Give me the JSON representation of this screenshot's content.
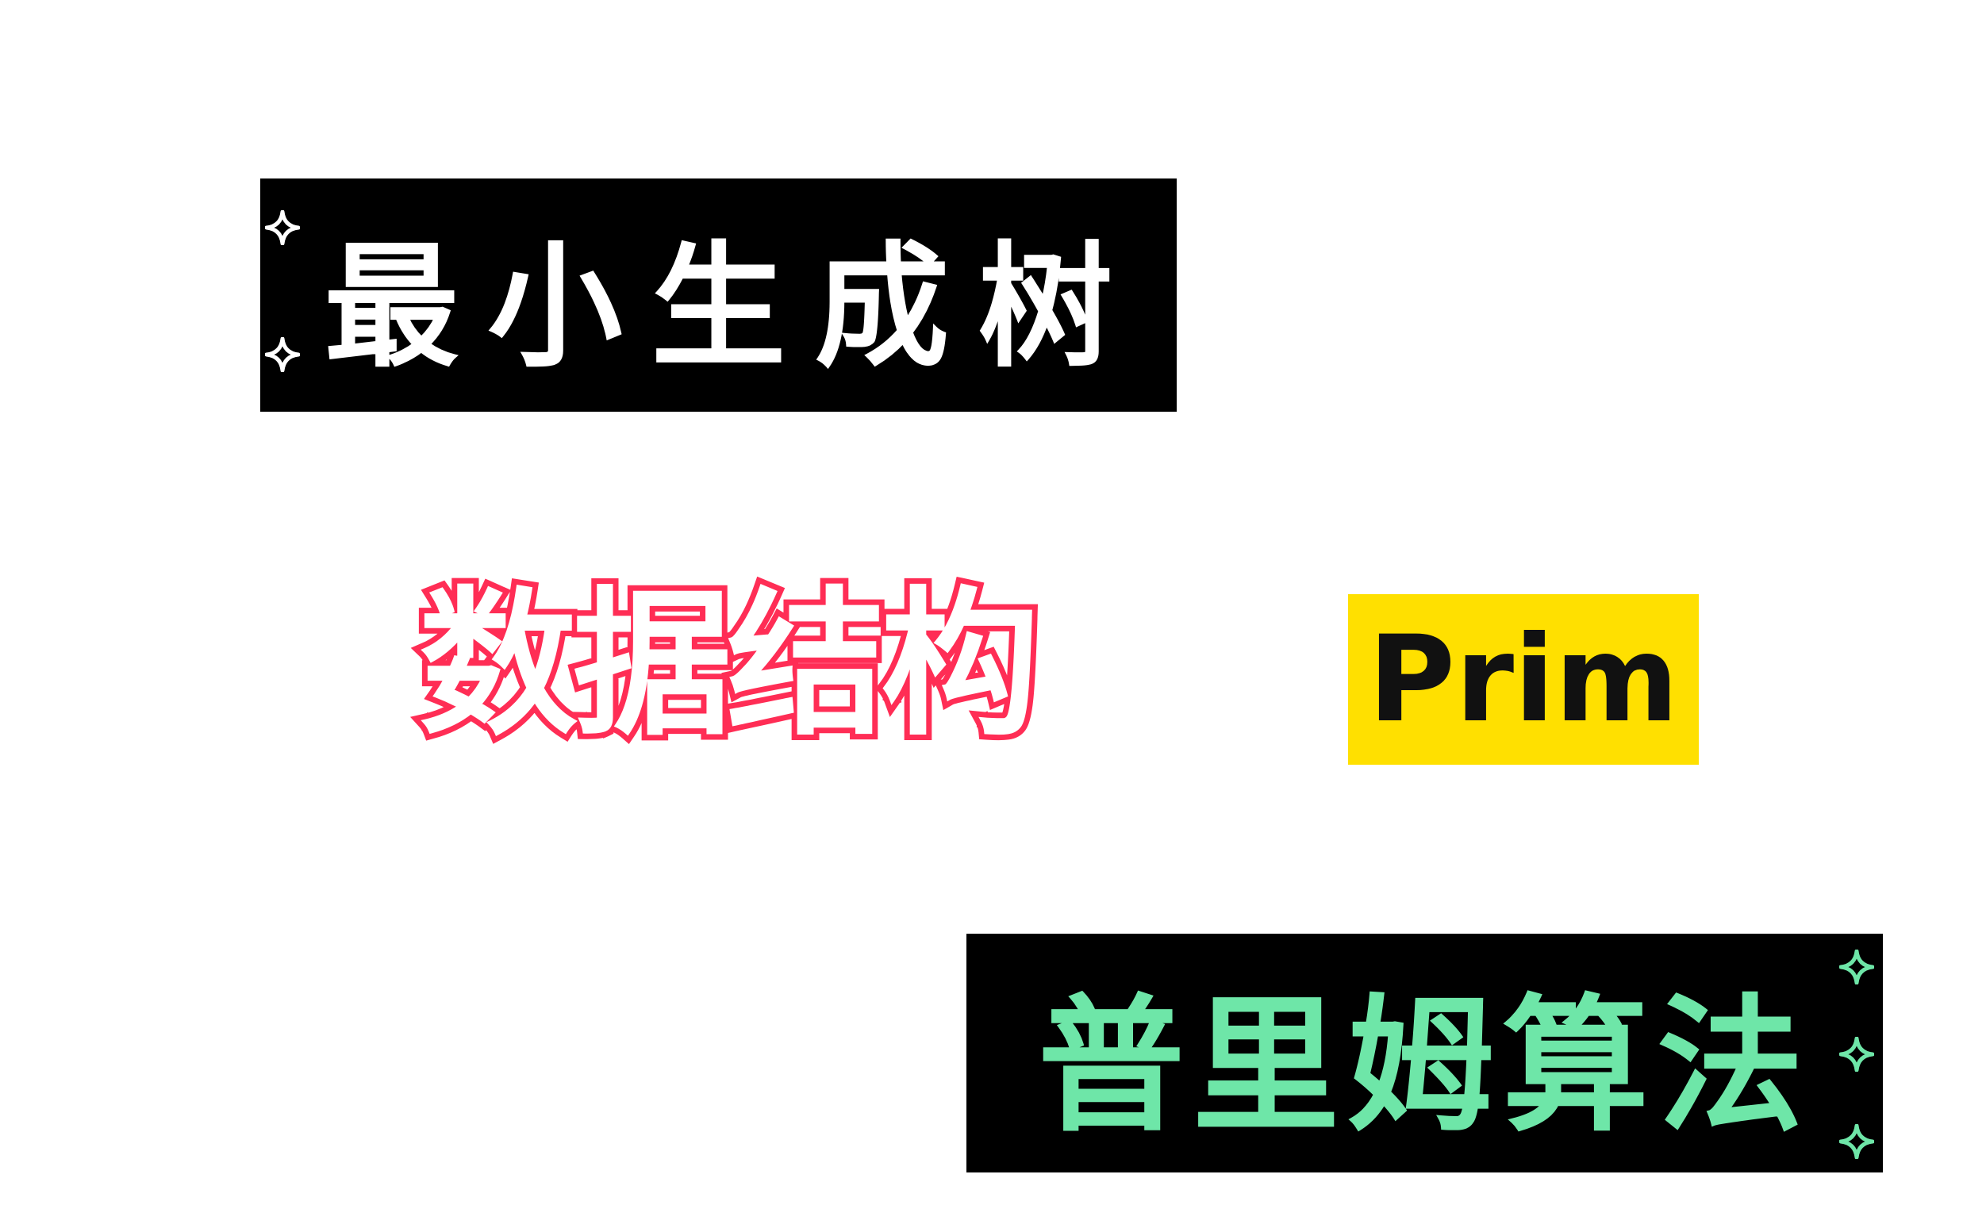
{
  "title": {
    "text": "最小生成树"
  },
  "subject": {
    "text": "数据结构"
  },
  "badge": {
    "text": "Prim"
  },
  "algorithm": {
    "text": "普里姆算法"
  },
  "colors": {
    "title_bg": "#000000",
    "title_text": "#ffffff",
    "subject_outline": "#ff2d55",
    "badge_bg": "#ffe000",
    "algorithm_text": "#6ee6a8"
  },
  "icons": [
    "sparkle-icon"
  ]
}
